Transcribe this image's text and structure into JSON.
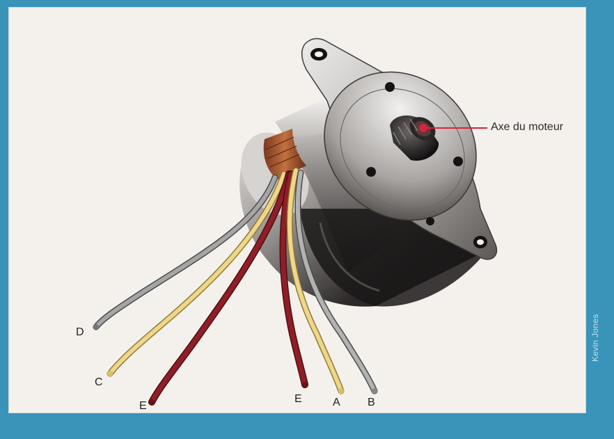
{
  "annotation": {
    "shaft_label": "Axe du moteur"
  },
  "wires": [
    {
      "label": "D",
      "color": "#9c9c9c"
    },
    {
      "label": "C",
      "color": "#e9d27a"
    },
    {
      "label": "E",
      "color": "#8a1c22"
    },
    {
      "label": "E",
      "color": "#8a1c22"
    },
    {
      "label": "A",
      "color": "#e9d27a"
    },
    {
      "label": "B",
      "color": "#9c9c9c"
    }
  ],
  "credit": "Kevin Jones",
  "colors": {
    "border": "#3a93b8",
    "background": "#f4f1ec",
    "pointer": "#d8243c"
  }
}
